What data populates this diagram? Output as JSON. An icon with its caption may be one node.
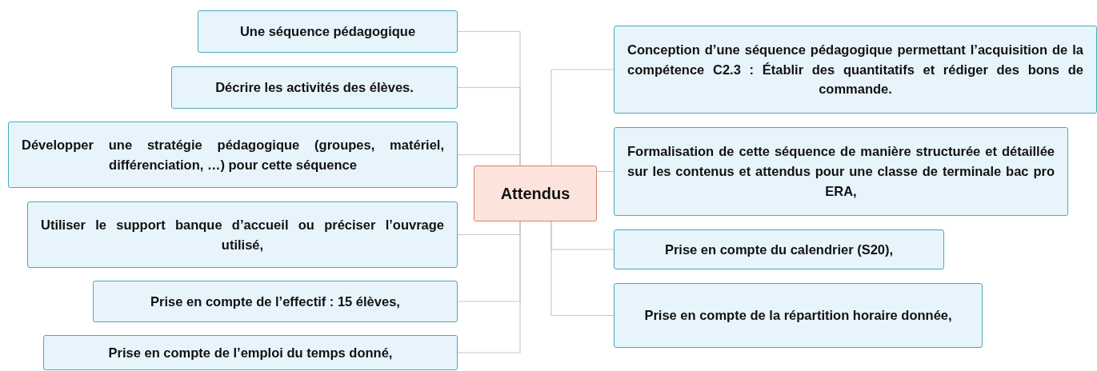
{
  "diagram": {
    "nodes": [
      {
        "text": [
          "Attendus"
        ]
      },
      {
        "text": [
          "Une séquence pédagogique"
        ]
      },
      {
        "text": [
          "Décrire les activités des élèves."
        ]
      },
      {
        "text": [
          "Développer une stratégie pédagogique (groupes, matériel, différenciation, …) pour cette séquence"
        ]
      },
      {
        "text": [
          "Utiliser le support banque d’accueil ou préciser l’ouvrage utilisé,"
        ]
      },
      {
        "text": [
          "Prise en compte de l’effectif : 15 élèves,"
        ]
      },
      {
        "text": [
          "Prise en compte de l’emploi du temps donné,"
        ]
      },
      {
        "text": [
          "Conception d’une séquence pédagogique permettant l’acquisition de la compétence C2.3 : Établir des quantitatifs et rédiger des bons de commande."
        ]
      },
      {
        "text": [
          "Formalisation de cette séquence de manière structurée et détaillée sur les contenus et attendus pour une classe de terminale bac pro ERA,"
        ]
      },
      {
        "text": [
          "Prise en compte du calendrier (S20),"
        ]
      },
      {
        "text": [
          "Prise en compte de la répartition horaire donnée,"
        ]
      }
    ],
    "edges": [
      {
        "from": 0,
        "to": 1,
        "arrow": "none"
      },
      {
        "from": 0,
        "to": 2,
        "arrow": "none"
      },
      {
        "from": 0,
        "to": 3,
        "arrow": "none"
      },
      {
        "from": 0,
        "to": 4,
        "arrow": "none"
      },
      {
        "from": 0,
        "to": 5,
        "arrow": "none"
      },
      {
        "from": 0,
        "to": 6,
        "arrow": "none"
      },
      {
        "from": 0,
        "to": 7,
        "arrow": "none"
      },
      {
        "from": 0,
        "to": 8,
        "arrow": "none"
      },
      {
        "from": 0,
        "to": 9,
        "arrow": "none"
      },
      {
        "from": 0,
        "to": 10,
        "arrow": "none"
      }
    ]
  }
}
